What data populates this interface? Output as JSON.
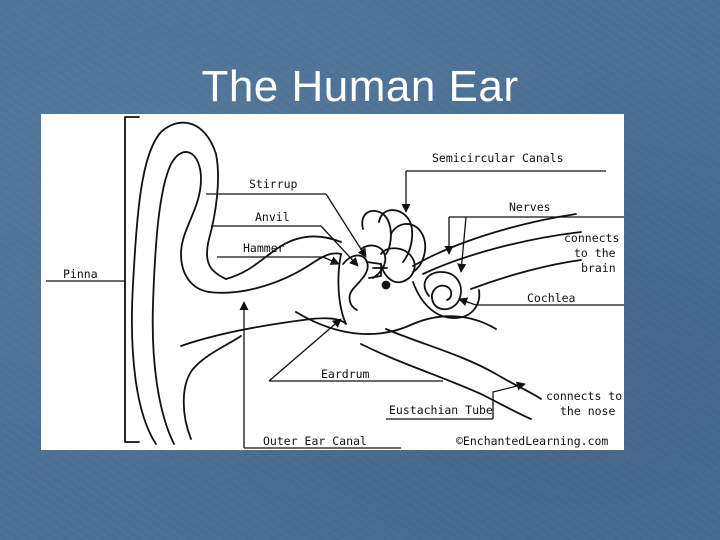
{
  "slide": {
    "title": "The Human Ear"
  },
  "diagram": {
    "labels": {
      "semicircular_canals": "Semicircular Canals",
      "stirrup": "Stirrup",
      "nerves": "Nerves",
      "anvil": "Anvil",
      "connects_brain_1": "connects",
      "connects_brain_2": "to the",
      "connects_brain_3": "brain",
      "hammer": "Hammer",
      "pinna": "Pinna",
      "cochlea": "Cochlea",
      "eardrum": "Eardrum",
      "connects_nose_1": "connects to",
      "connects_nose_2": "the nose",
      "eustachian_tube": "Eustachian Tube",
      "outer_ear_canal": "Outer Ear Canal",
      "credit": "©EnchantedLearning.com"
    }
  }
}
